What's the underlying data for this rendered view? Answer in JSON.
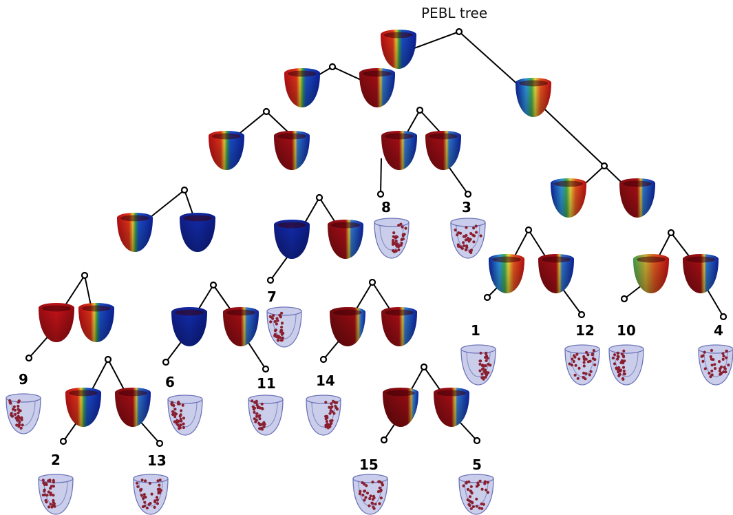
{
  "title": "PEBL tree",
  "colors": {
    "red": "#b30d12",
    "blue": "#0c1f95",
    "green": "#2f8f3a",
    "yellow": "#e8d23a",
    "dot": "#8a1f2f",
    "shell": "#b9bde3"
  },
  "leaf_labels": [
    "9",
    "2",
    "13",
    "6",
    "11",
    "7",
    "14",
    "15",
    "5",
    "8",
    "3",
    "1",
    "12",
    "10",
    "4"
  ]
}
